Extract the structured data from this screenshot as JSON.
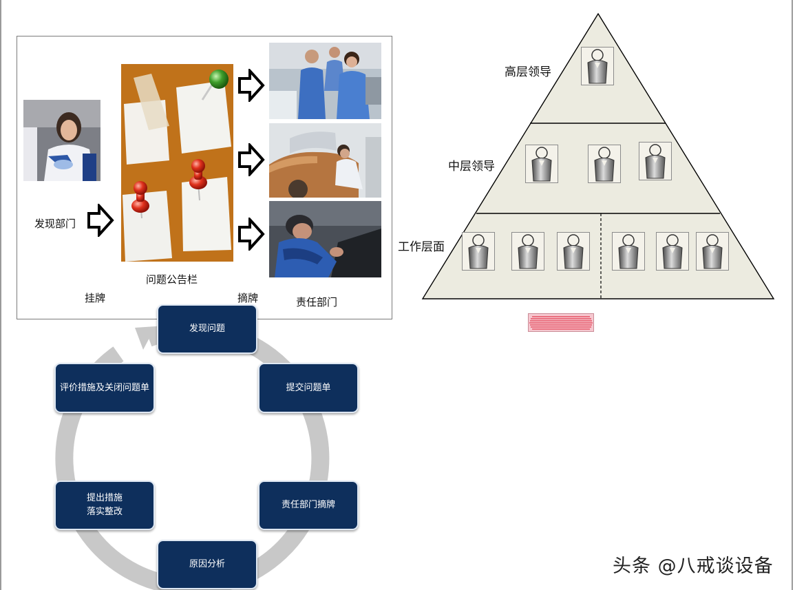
{
  "board_diagram": {
    "label_discovery_dept": "发现部门",
    "label_bulletin_board": "问题公告栏",
    "label_hang_card": "挂牌",
    "label_pick_card": "摘牌",
    "label_responsible_dept": "责任部门"
  },
  "pyramid": {
    "label_top": "高层领导",
    "label_middle": "中层领导",
    "label_bottom": "工作层面",
    "top_people_count": 1,
    "middle_people_count": 3,
    "bottom_people_count": 6
  },
  "cycle": {
    "steps": [
      "发现问题",
      "提交问题单",
      "责任部门摘牌",
      "原因分析",
      "提出措施\n落实整改",
      "评价措施及关闭问题单"
    ]
  },
  "watermark": "头条 @八戒谈设备",
  "colors": {
    "cycle_box": "#0e2f5c",
    "ring": "#c8c8c8",
    "pyramid_fill": "#ecebe0",
    "board_cork": "#c8781c"
  }
}
